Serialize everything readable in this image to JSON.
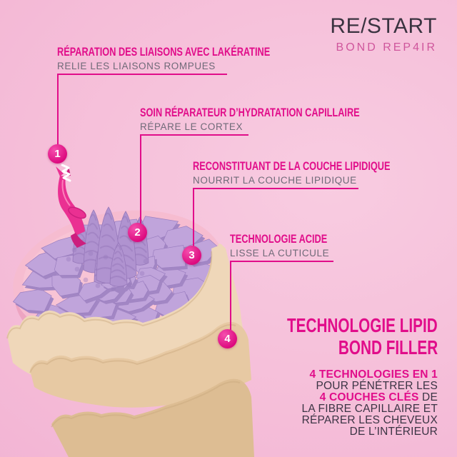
{
  "brand": {
    "logo": "RE/START",
    "product_line": "BOND REP4IR"
  },
  "callouts": [
    {
      "number": "1",
      "title": "RÉPARATION DES LIAISONS AVEC LAKÉRATINE",
      "subtitle": "RELIE LES LIAISONS ROMPUES"
    },
    {
      "number": "2",
      "title": "SOIN RÉPARATEUR D’HYDRATATION CAPILLAIRE",
      "subtitle": "RÉPARE LE CORTEX"
    },
    {
      "number": "3",
      "title": "RECONSTITUANT DE LA COUCHE LIPIDIQUE",
      "subtitle": "NOURRIT LA COUCHE LIPIDIQUE"
    },
    {
      "number": "4",
      "title": "TECHNOLOGIE ACIDE",
      "subtitle": "LISSE LA CUTICULE"
    }
  ],
  "footer": {
    "headline_line1": "TECHNOLOGIE LIPID",
    "headline_line2": "BOND FILLER",
    "body_lines": [
      {
        "segments": [
          {
            "text": "4 TECHNOLOGIES EN 1",
            "emphasis": true
          }
        ]
      },
      {
        "segments": [
          {
            "text": "POUR PÉNÉTRER LES",
            "emphasis": false
          }
        ]
      },
      {
        "segments": [
          {
            "text": "4 COUCHES CLÉS",
            "emphasis": true
          },
          {
            "text": " DE",
            "emphasis": false
          }
        ]
      },
      {
        "segments": [
          {
            "text": "LA FIBRE CAPILLAIRE ET",
            "emphasis": false
          }
        ]
      },
      {
        "segments": [
          {
            "text": "RÉPARER LES CHEVEUX",
            "emphasis": false
          }
        ]
      },
      {
        "segments": [
          {
            "text": "DE L’INTÉRIEUR",
            "emphasis": false
          }
        ]
      }
    ]
  },
  "illustration": {
    "description": "3D render of a hair fiber cross-section: stacked beige cuticle layers, pink cortex disc topped with purple macrofibril cells, coiled keratin spirals in the center, and a hot-pink bond ribbon with a white coil linking to step 1",
    "colors": {
      "accent": "#e10d8a",
      "badge": "#dc0a7e",
      "subtitle_gray": "#6f6a78",
      "dark_text": "#3b3444",
      "logo_dark": "#3a3340",
      "brand_pink": "#cf569c",
      "bg_light": "#f8cce1",
      "bg_mid": "#f5bdd8",
      "bg_deep": "#f0aed1",
      "disc_top": "#f6bcd0",
      "disc_side": "#eda4c1",
      "disc_glow": "#f9cad9",
      "cell": "#c0a4db",
      "cell_dark": "#a286c4",
      "cell_edge": "#9b7fc0",
      "spiral": "#b093d0",
      "spiral_dark": "#9678ba",
      "ribbon": "#ea3092",
      "ribbon_dark": "#cc1f7e",
      "ribbon_light": "#ff8ec2",
      "coil": "#ffffff",
      "cuticle_1": "#efd7b9",
      "cuticle_2": "#e7c9a3",
      "cuticle_3": "#ddbd93",
      "cuticle_edge": "#c9a97f"
    }
  }
}
